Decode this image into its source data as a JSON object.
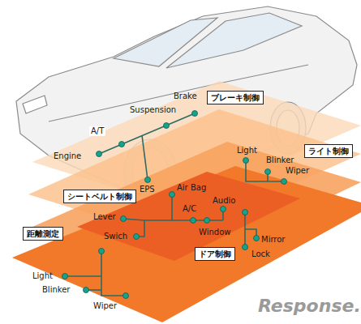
{
  "diagram": {
    "nodes": [
      {
        "text": [
          "ブレーキ制御"
        ]
      },
      {
        "text": [
          "ライト制御"
        ]
      },
      {
        "text": [
          "シートベルト制御"
        ]
      },
      {
        "text": [
          "距離測定"
        ]
      },
      {
        "text": [
          "ドア制御"
        ]
      }
    ],
    "labels": [
      "Brake",
      "Suspension",
      "A/T",
      "Engine",
      "Light",
      "Blinker",
      "Wiper",
      "EPS",
      "Air Bag",
      "A/C",
      "Audio",
      "Lever",
      "Swich",
      "Window",
      "Mirror",
      "Lock",
      "Light",
      "Blinker",
      "Wiper",
      "Response."
    ]
  }
}
